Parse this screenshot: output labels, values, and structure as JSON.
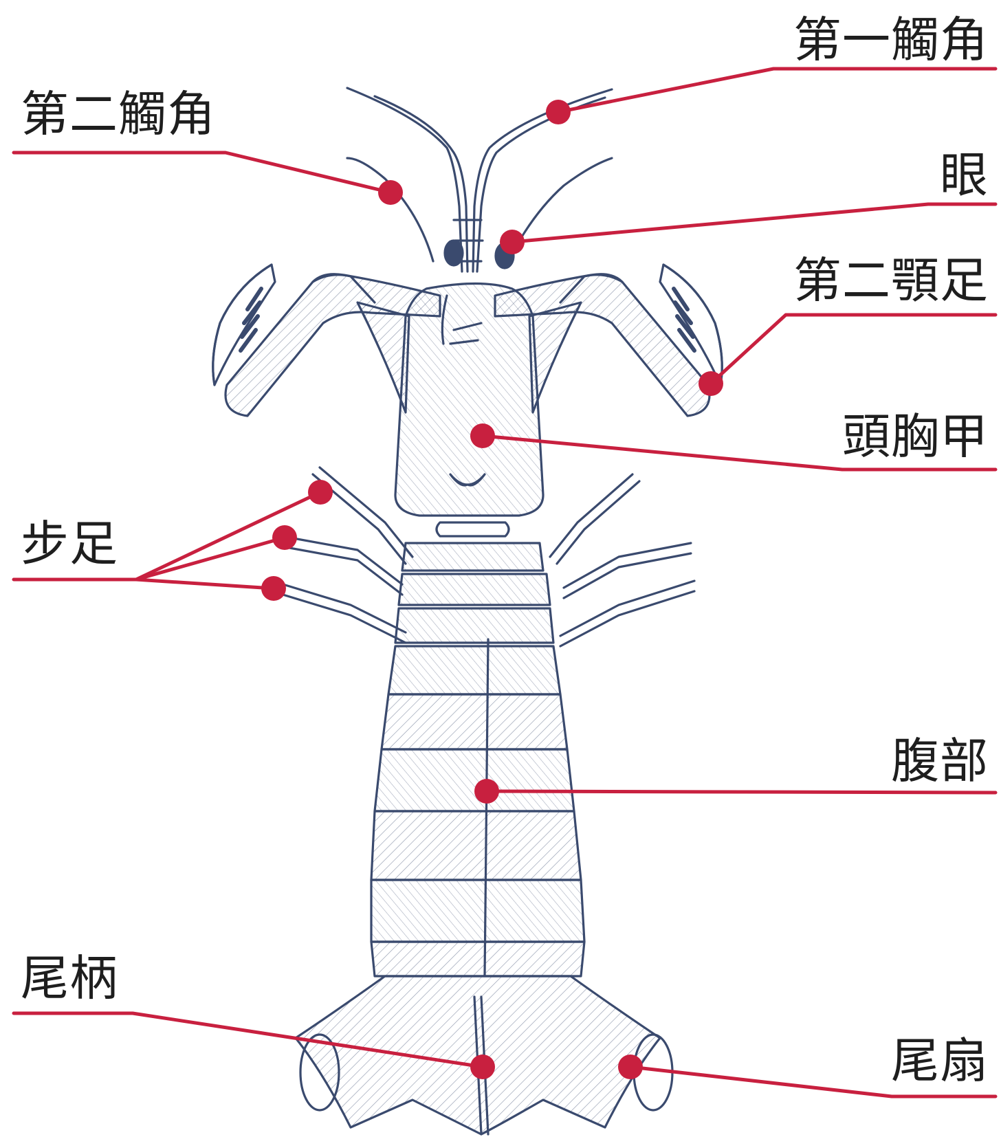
{
  "figure": {
    "subject_color": "#3a4a6e",
    "accent_color": "#c8203f",
    "text_color": "#1e1e1e"
  },
  "labels": {
    "first_antenna": "第一觸角",
    "second_antenna": "第二觸角",
    "eye": "眼",
    "second_maxilliped": "第二顎足",
    "carapace": "頭胸甲",
    "walking_legs": "步足",
    "abdomen": "腹部",
    "telson": "尾柄",
    "uropod": "尾扇"
  }
}
